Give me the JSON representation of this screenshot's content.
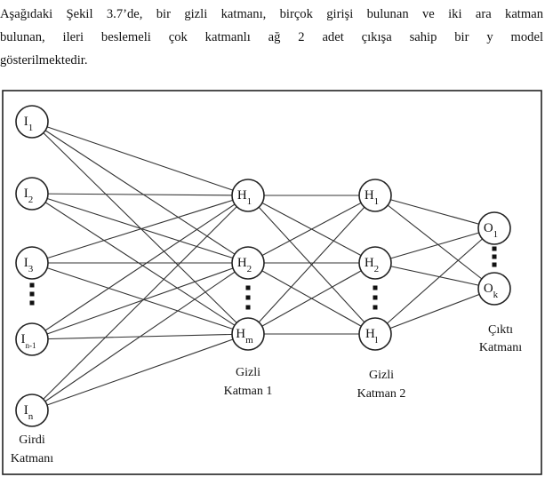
{
  "paragraph": {
    "line1": "Aşağıdaki Şekil 3.7’de, bir gizli katmanı, birçok girişi bulunan ve iki ara katman",
    "line2": "bulunan, ileri beslemeli çok katmanlı ağ 2 adet çıkışa sahip bir y model",
    "line3": "gösterilmektedir."
  },
  "diagram": {
    "input_layer": {
      "nodes": [
        {
          "main": "I",
          "sub": "1"
        },
        {
          "main": "I",
          "sub": "2"
        },
        {
          "main": "I",
          "sub": "3"
        },
        {
          "main": "I",
          "sub": "n-1"
        },
        {
          "main": "I",
          "sub": "n"
        }
      ],
      "label_line1": "Girdi",
      "label_line2": "Katmanı"
    },
    "hidden_layer_1": {
      "nodes": [
        {
          "main": "H",
          "sub": "1"
        },
        {
          "main": "H",
          "sub": "2"
        },
        {
          "main": "H",
          "sub": "m"
        }
      ],
      "label_line1": "Gizli",
      "label_line2": "Katman 1"
    },
    "hidden_layer_2": {
      "nodes": [
        {
          "main": "H",
          "sub": "1"
        },
        {
          "main": "H",
          "sub": "2"
        },
        {
          "main": "H",
          "sub": "l"
        }
      ],
      "label_line1": "Gizli",
      "label_line2": "Katman 2"
    },
    "output_layer": {
      "nodes": [
        {
          "main": "O",
          "sub": "1"
        },
        {
          "main": "O",
          "sub": "k"
        }
      ],
      "label_line1": "Çıktı",
      "label_line2": "Katmanı"
    }
  }
}
